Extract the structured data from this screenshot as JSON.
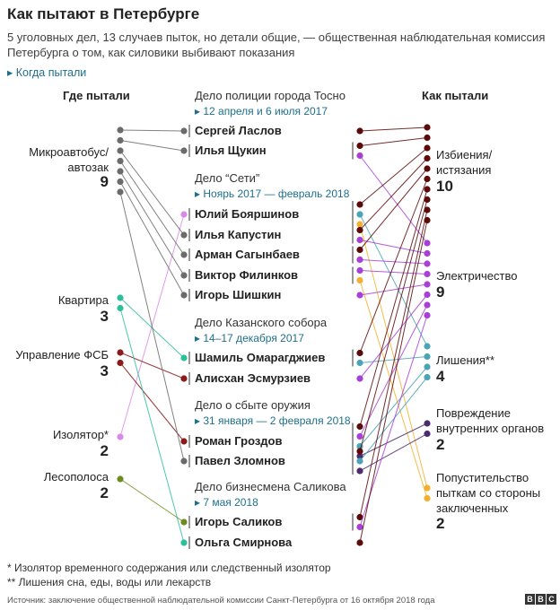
{
  "title": "Как пытают в Петербурге",
  "subtitle": "5 уголовных дел, 13 случаев пыток, но детали общие, — общественная наблюдательная комиссия Петербурга о том, как силовики выбивают показания",
  "when_legend": "▸ Когда пытали",
  "left_header": "Где пытали",
  "right_header": "Как пытали",
  "cases": [
    {
      "label": "Дело полиции города Тосно",
      "date": "▸ 12 апреля и 6 июля 2017"
    },
    {
      "label": "Дело “Сети”",
      "date": "▸ Нояpь 2017 — февраль 2018"
    },
    {
      "label": "Дело Казанского собора",
      "date": "▸ 14–17 декабря 2017"
    },
    {
      "label": "Дело о сбыте оружия",
      "date": "▸ 31 января — 2 февраля 2018"
    },
    {
      "label": "Дело бизнесмена Саликова",
      "date": "▸ 7 мая 2018"
    }
  ],
  "people": [
    "Сергей Ласлов",
    "Илья Щукин",
    "Юлий Бояршинов",
    "Илья Капустин",
    "Арман Сагынбаев",
    "Виктор Филинков",
    "Игорь Шишкин",
    "Шамиль Омарагджиев",
    "Алисхан Эсмурзиев",
    "Роман Гроздов",
    "Павел Зломнов",
    "Игорь Саликов",
    "Ольга Смирнова"
  ],
  "places": [
    {
      "label": "Микроавтобус/\nавтозак",
      "count": "9"
    },
    {
      "label": "Квартира",
      "count": "3"
    },
    {
      "label": "Управление ФСБ",
      "count": "3"
    },
    {
      "label": "Изолятор*",
      "count": "2"
    },
    {
      "label": "Лесополоса",
      "count": "2"
    }
  ],
  "methods": [
    {
      "label": "Избиения/\nистязания",
      "count": "10"
    },
    {
      "label": "Электричество",
      "count": "9"
    },
    {
      "label": "Лишения**",
      "count": "4"
    },
    {
      "label": "Повреждение\nвнутренних органов",
      "count": "2"
    },
    {
      "label": "Попустительство\nпыткам со стороны\nзаключенных",
      "count": "2"
    }
  ],
  "footnotes": [
    "*  Изолятор временного содержания или следственный изолятор",
    "** Лишения сна, еды, воды или лекарств"
  ],
  "source": "Источник: заключение общественной наблюдательной комиссии Санкт-Петербурга от 16 октября 2018 года",
  "brand": [
    "B",
    "B",
    "C"
  ],
  "colors": {
    "van": "#6b6b6b",
    "apartment": "#2bbf9a",
    "fsb": "#8b1a1a",
    "isolator": "#d98ae8",
    "forest": "#6e8c1e",
    "beating": "#5c0a0a",
    "electricity": "#a83fd6",
    "deprivation": "#4aa3b8",
    "organs": "#4b2a6e",
    "inmates": "#f2b02e",
    "date": "#1d6f8c"
  },
  "links": [
    {
      "person": 0,
      "place": "van",
      "methods": [
        "beating"
      ]
    },
    {
      "person": 1,
      "place": "van",
      "methods": [
        "beating",
        "electricity"
      ]
    },
    {
      "person": 2,
      "place": "isolator",
      "methods": [
        "beating",
        "deprivation",
        "inmates"
      ]
    },
    {
      "person": 3,
      "place": "van",
      "methods": [
        "beating",
        "electricity"
      ]
    },
    {
      "person": 4,
      "place": "van",
      "methods": [
        "beating",
        "electricity"
      ]
    },
    {
      "person": 5,
      "place": "van",
      "methods": [
        "electricity",
        "inmates"
      ]
    },
    {
      "person": 6,
      "place": "van",
      "methods": [
        "electricity"
      ]
    },
    {
      "person": 7,
      "place": "apartment",
      "methods": [
        "beating",
        "deprivation"
      ]
    },
    {
      "person": 8,
      "place": "fsb",
      "methods": [
        "electricity"
      ]
    },
    {
      "person": 9,
      "place": "fsb",
      "methods": [
        "beating",
        "electricity",
        "deprivation",
        "organs"
      ]
    },
    {
      "person": 10,
      "place": "van",
      "methods": [
        "beating",
        "deprivation",
        "organs"
      ]
    },
    {
      "person": 11,
      "place": "forest",
      "methods": [
        "beating",
        "electricity"
      ]
    },
    {
      "person": 12,
      "place": "apartment",
      "methods": [
        "beating"
      ]
    }
  ]
}
